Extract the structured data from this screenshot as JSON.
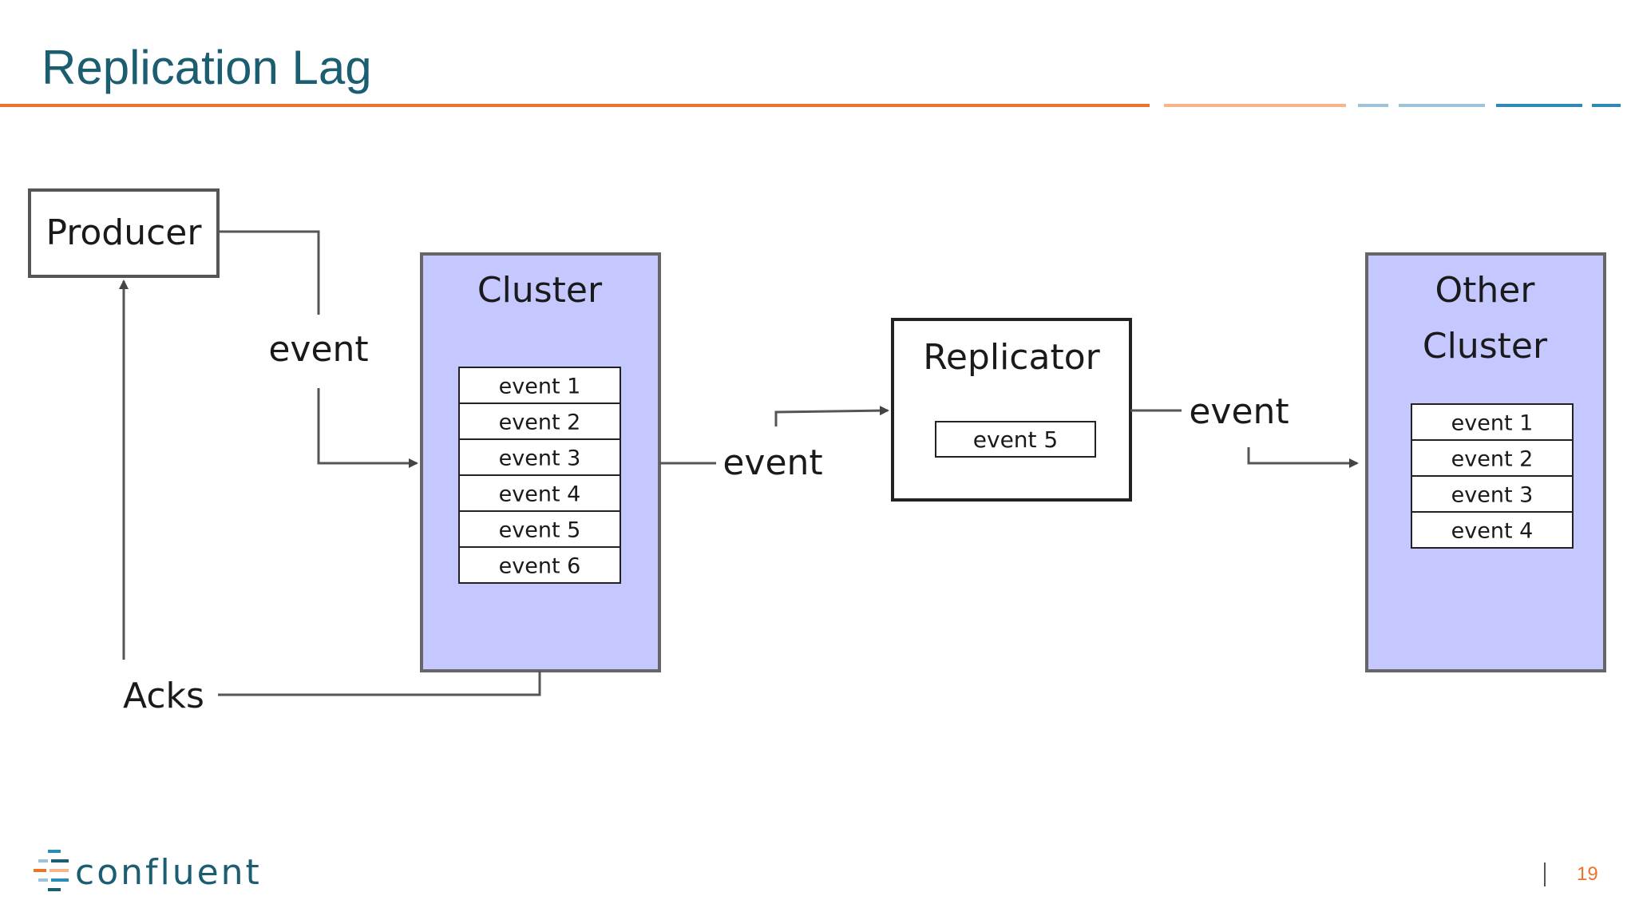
{
  "slide": {
    "title": "Replication Lag",
    "page_number": "19",
    "logo_text": "confluent"
  },
  "diagram": {
    "producer_label": "Producer",
    "cluster_label": "Cluster",
    "cluster_events": [
      "event 1",
      "event 2",
      "event 3",
      "event 4",
      "event 5",
      "event 6"
    ],
    "replicator_label": "Replicator",
    "replicator_event": "event 5",
    "other_cluster_label_line1": "Other",
    "other_cluster_label_line2": "Cluster",
    "other_cluster_events": [
      "event 1",
      "event 2",
      "event 3",
      "event 4"
    ],
    "edge_labels": {
      "producer_to_cluster": "event",
      "cluster_to_replicator": "event",
      "replicator_to_other": "event",
      "acks": "Acks"
    }
  },
  "colors": {
    "title": "#1b5e72",
    "accent_orange": "#e9742a",
    "cluster_fill": "#c5c8ff",
    "rule_light_orange": "#f5b489",
    "rule_light_blue": "#9cc3d8",
    "rule_blue": "#2b8bb2"
  }
}
